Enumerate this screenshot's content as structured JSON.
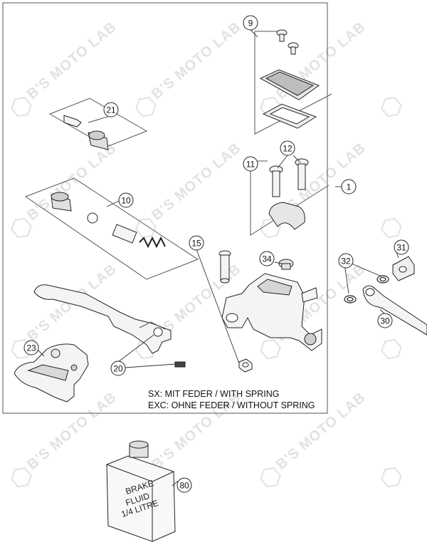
{
  "watermark": "B'S MOTO LAB",
  "callouts": [
    "9",
    "21",
    "12",
    "11",
    "1",
    "10",
    "15",
    "34",
    "31",
    "32",
    "30",
    "23",
    "20",
    "80"
  ],
  "notes": {
    "line1": "SX: MIT FEDER / WITH SPRING",
    "line2": "EXC: OHNE FEDER / WITHOUT SPRING"
  },
  "bottle": {
    "line1": "BRAKE",
    "line2": "FLUID",
    "line3": "1/4 LITRE"
  },
  "colors": {
    "line": "#222222",
    "part_fill": "#f4f4f4",
    "shade": "#cfcfcf",
    "watermark": "#e2e2e2"
  }
}
